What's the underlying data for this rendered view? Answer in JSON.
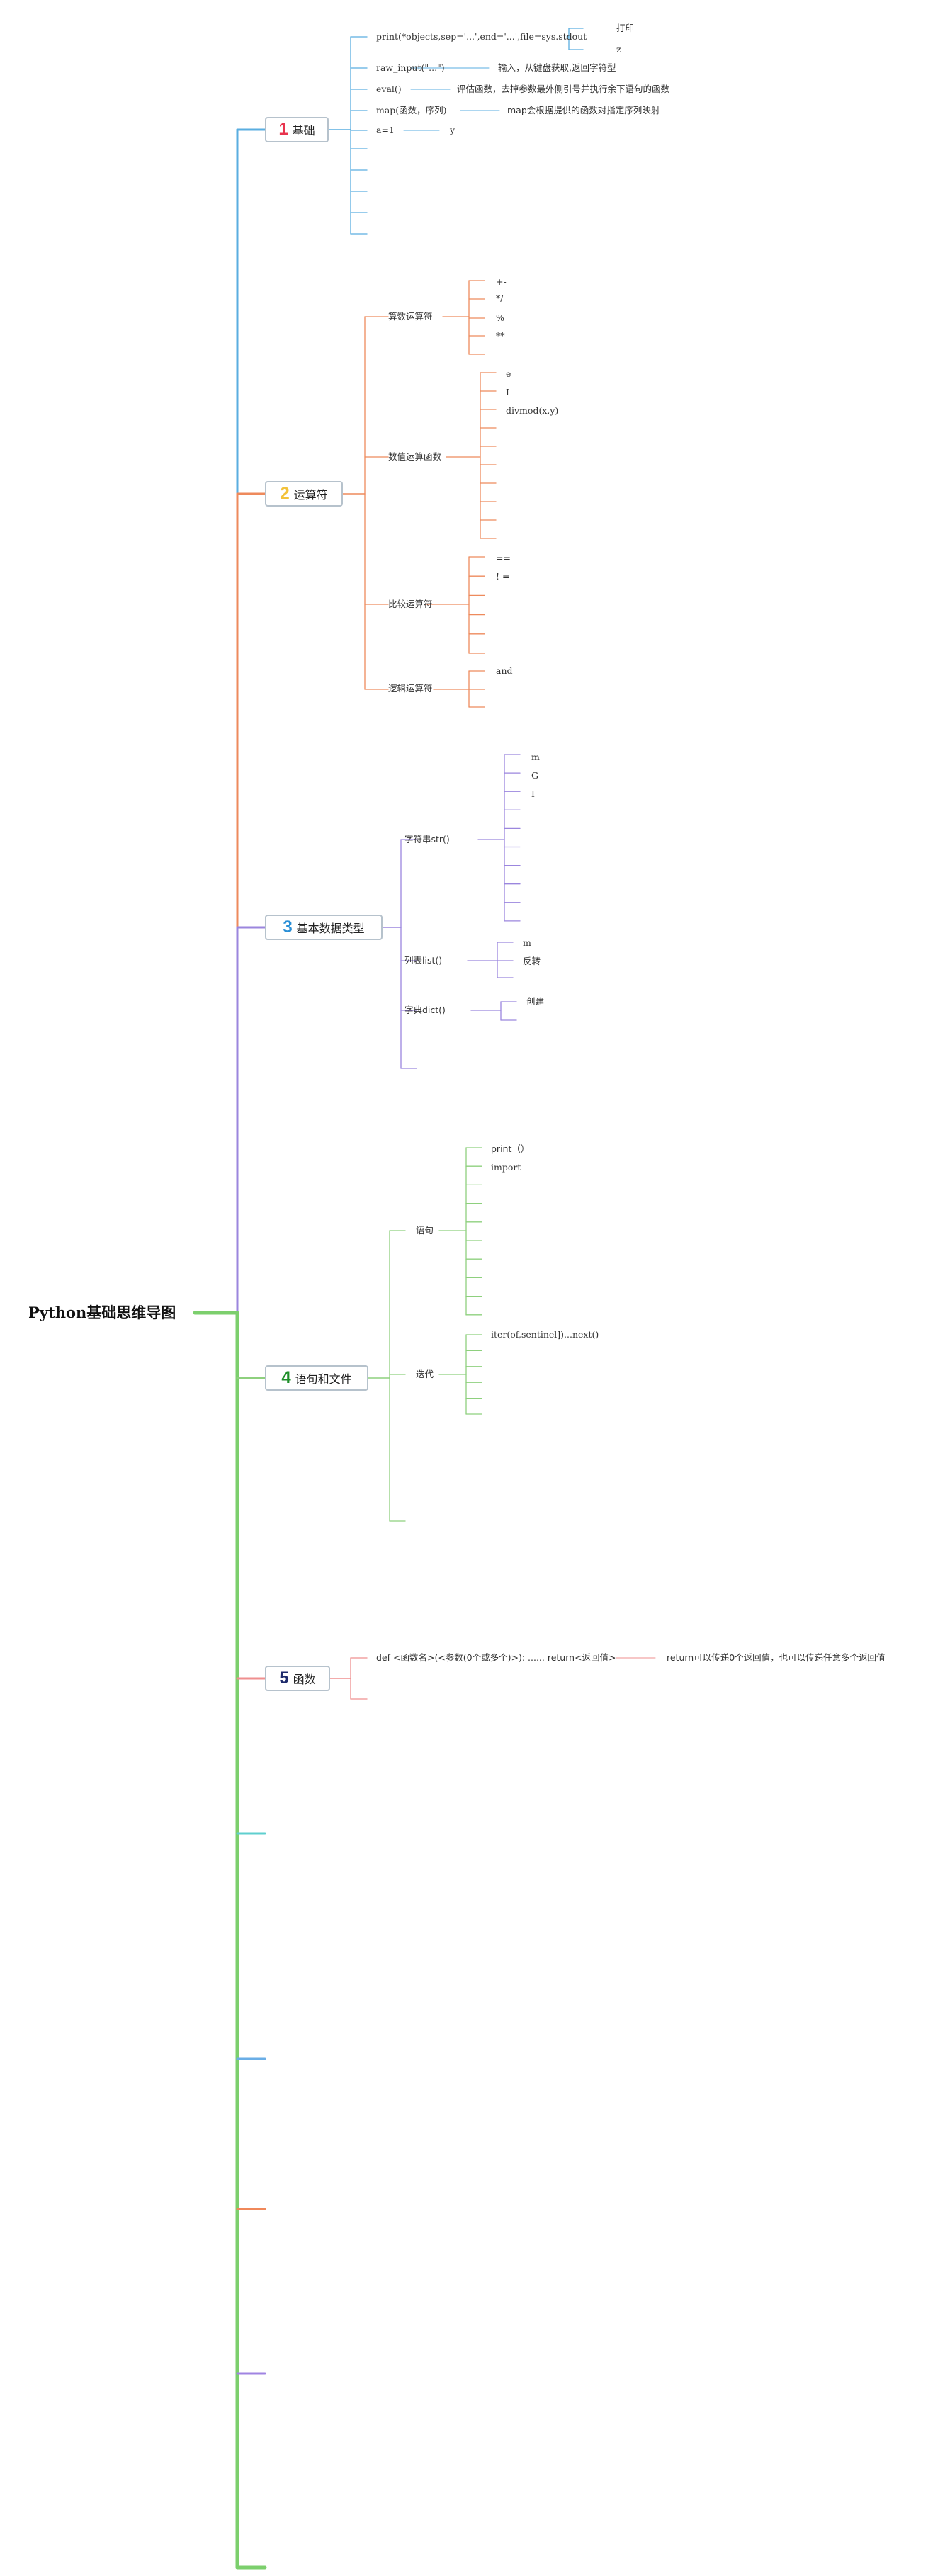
{
  "root": {
    "title": "Python基础思维导图"
  },
  "colors": {
    "trunk": "#7ccf6d",
    "t1": "#5aaee0",
    "t2": "#ee8a5c",
    "t3": "#9b86de",
    "t4": "#8ed07e",
    "t5": "#ef8f8f",
    "stub_cyan": "#5fcfcf",
    "stub_blue": "#6aaee6",
    "stub_orange": "#f0885a",
    "stub_purple": "#a084e2",
    "num1": "#e8344e",
    "num2": "#f3c23a",
    "num3": "#2a8fd6",
    "num4": "#1f8f2a",
    "num5": "#1d2a6b"
  },
  "topics": {
    "t1": {
      "num": "1",
      "label": "基础"
    },
    "t2": {
      "num": "2",
      "label": "运算符"
    },
    "t3": {
      "num": "3",
      "label": "基本数据类型"
    },
    "t4": {
      "num": "4",
      "label": "语句和文件"
    },
    "t5": {
      "num": "5",
      "label": "函数"
    }
  },
  "basics": {
    "print": "print(*objects,sep='...',end='...',file=sys.stdout",
    "print_dayin": "打印",
    "print_z": "z",
    "raw_input": "raw_input(\"...\")",
    "raw_input_desc": "输入，从键盘获取,返回字符型",
    "eval": "eval()",
    "eval_desc": "评估函数，去掉参数最外侧引号并执行余下语句的函数",
    "map": "map(函数，序列)",
    "map_desc": "map会根据提供的函数对指定序列映射",
    "assign": "a=1",
    "assign_y": "y"
  },
  "operators": {
    "arith": "算数运算符",
    "arith_items": [
      "+-",
      "*/",
      "%",
      "**"
    ],
    "numfunc": "数值运算函数",
    "numfunc_items": [
      "e",
      "L",
      "divmod(x,y)"
    ],
    "compare": "比较运算符",
    "compare_items": [
      "==",
      "! ="
    ],
    "logic": "逻辑运算符",
    "logic_items": [
      "and"
    ]
  },
  "datatypes": {
    "str": "字符串str()",
    "str_items": [
      "m",
      "G",
      "I"
    ],
    "list": "列表list()",
    "list_items": [
      "m",
      "反转"
    ],
    "dict": "字典dict()",
    "dict_items": [
      "创建"
    ]
  },
  "statements": {
    "stmt": "语句",
    "stmt_items": [
      "print（）",
      "import"
    ],
    "iter": "迭代",
    "iter_items": [
      "iter(of,sentinel])...next()"
    ]
  },
  "functions": {
    "def": "def <函数名>(<参数(0个或多个)>): ...... return<返回值>",
    "return_desc": "return可以传递0个返回值，也可以传递任意多个返回值"
  }
}
